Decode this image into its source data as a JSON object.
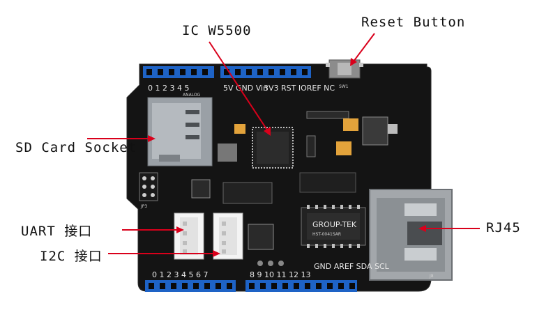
{
  "labels": {
    "ic": "IC W5500",
    "reset": "Reset Button",
    "sd": "SD Card Socket",
    "uart": "UART 接口",
    "i2c": "I2C 接口",
    "rj45": "RJ45"
  },
  "silkscreen": {
    "top_left_pins": "0 1 2 3 4 5",
    "analog": "ANALOG",
    "power_pins": "5V GND Vin",
    "power_pins2": "3V3 RST IOREF NC",
    "bottom_left_pins": "0 1 2 3 4 5 6 7",
    "bottom_right_pins": "8 9 10 11 12 13",
    "bottom_right_tail": "GND AREF SDA SCL",
    "transformer_brand": "GROUP-TEK",
    "transformer_model": "HST-0041SAR",
    "jp3": "JP3",
    "j8": "J8",
    "sw1": "SW1"
  },
  "colors": {
    "board": "#141414",
    "header": "#1e63c6",
    "arrow": "#d9001b"
  }
}
